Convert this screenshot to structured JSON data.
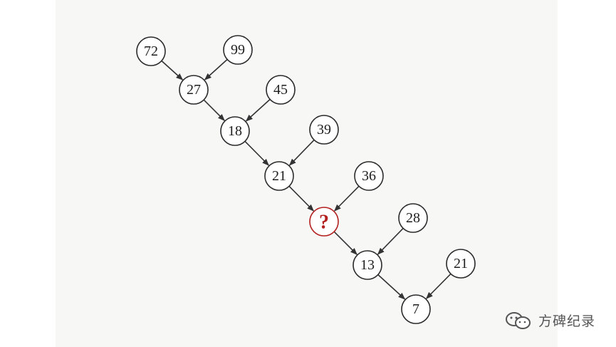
{
  "diagram": {
    "nodes": [
      {
        "id": "n72",
        "label": "72"
      },
      {
        "id": "n99",
        "label": "99"
      },
      {
        "id": "n27",
        "label": "27"
      },
      {
        "id": "n45",
        "label": "45"
      },
      {
        "id": "n18",
        "label": "18"
      },
      {
        "id": "n39",
        "label": "39"
      },
      {
        "id": "n21a",
        "label": "21"
      },
      {
        "id": "n36",
        "label": "36"
      },
      {
        "id": "nq",
        "label": "?",
        "unknown": true
      },
      {
        "id": "n28",
        "label": "28"
      },
      {
        "id": "n13",
        "label": "13"
      },
      {
        "id": "n21b",
        "label": "21"
      },
      {
        "id": "n7",
        "label": "7"
      }
    ],
    "edges": [
      {
        "from": "n72",
        "to": "n27"
      },
      {
        "from": "n99",
        "to": "n27"
      },
      {
        "from": "n27",
        "to": "n18"
      },
      {
        "from": "n45",
        "to": "n18"
      },
      {
        "from": "n18",
        "to": "n21a"
      },
      {
        "from": "n39",
        "to": "n21a"
      },
      {
        "from": "n21a",
        "to": "nq"
      },
      {
        "from": "n36",
        "to": "nq"
      },
      {
        "from": "nq",
        "to": "n13"
      },
      {
        "from": "n28",
        "to": "n13"
      },
      {
        "from": "n13",
        "to": "n7"
      },
      {
        "from": "n21b",
        "to": "n7"
      }
    ],
    "colors": {
      "node_stroke": "#2b2b2b",
      "unknown": "#b32020",
      "edge": "#333333"
    }
  },
  "watermark": {
    "icon": "wechat-icon",
    "text": "方碑纪录"
  }
}
